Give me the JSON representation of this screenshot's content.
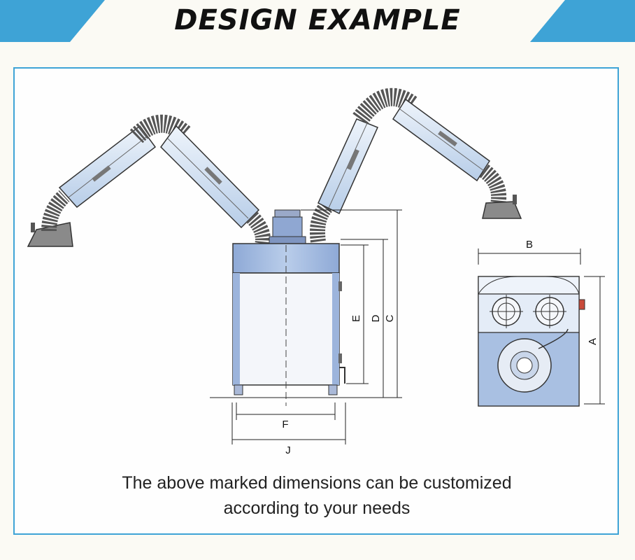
{
  "header": {
    "title": "DESIGN EXAMPLE"
  },
  "colors": {
    "accent": "#3ea3d6",
    "unit_body": "#9cb8de",
    "arm": "#cfdff1",
    "hose": "#6d6d6d"
  },
  "dimension_labels": {
    "A": "A",
    "B": "B",
    "C": "C",
    "D": "D",
    "E": "E",
    "F": "F",
    "J": "J"
  },
  "caption": {
    "line1": "The above marked dimensions can be customized",
    "line2": "according to your needs"
  }
}
